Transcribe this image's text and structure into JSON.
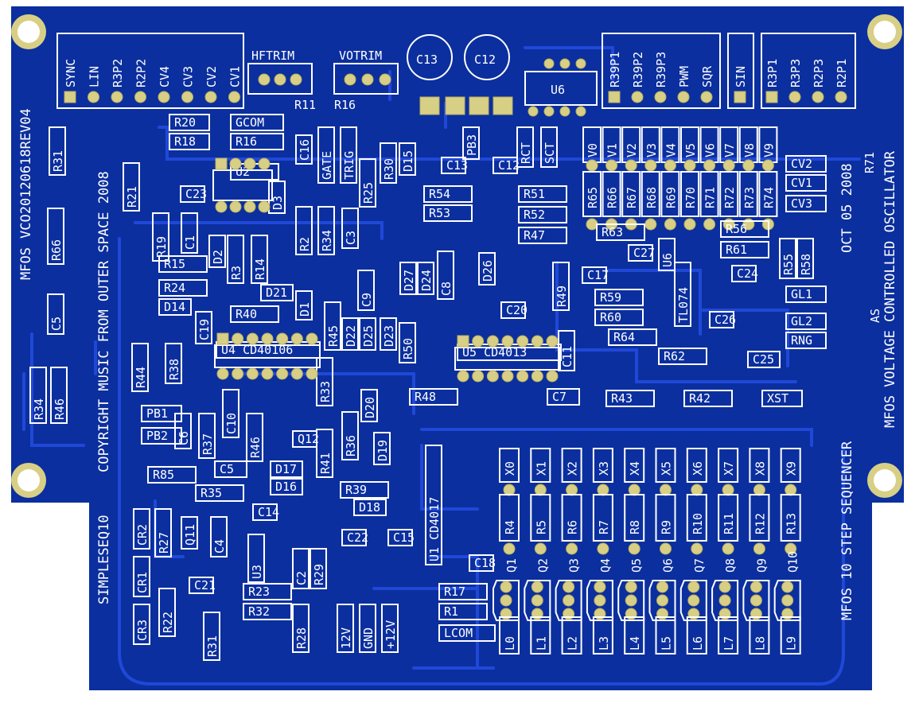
{
  "colors": {
    "board": "#0b2f9e",
    "trace": "#2048d8",
    "pad": "#d8cf86",
    "silk": "#ffffff"
  },
  "top_left_connector": [
    "SYNC",
    "LIN",
    "R3P2",
    "R2P2",
    "CV4",
    "CV3",
    "CV2",
    "CV1"
  ],
  "trims": {
    "hf": "HFTRIM",
    "vo": "VOTRIM",
    "r11": "R11",
    "r16": "R16"
  },
  "top_caps": {
    "c13": "C13",
    "c12": "C12",
    "u6": "U6"
  },
  "top_right_connector_a": [
    "R39P1",
    "R39P2",
    "R39P3",
    "PWM",
    "SQR"
  ],
  "top_right_connector_b": [
    "SIN"
  ],
  "top_right_connector_c": [
    "R3P1",
    "R3P3",
    "R2P3",
    "R2P1"
  ],
  "left_side_text": {
    "rev": "VCO20120618REV04",
    "mfos": "MFOS",
    "copyright": "COPYRIGHT MUSIC FROM OUTER SPACE 2008",
    "seq": "SIMPLESEQ10"
  },
  "right_side_text": {
    "vco": "MFOS VOLTAGE CONTROLLED OSCILLATOR",
    "date": "OCT 05 2008",
    "seq": "MFOS 10 STEP SEQUENCER",
    "r71": "R71",
    "as": "AS"
  },
  "labels": [
    "R20",
    "R18",
    "GCOM",
    "R16",
    "C16",
    "GATE",
    "TRIG",
    "R30",
    "D15",
    "R25",
    "PB3",
    "RCT",
    "SCT",
    "C13",
    "C12",
    "R21",
    "C23",
    "U2",
    "D3",
    "R54",
    "R53",
    "R51",
    "R52",
    "R47",
    "R19",
    "C1",
    "R2",
    "R34",
    "C3",
    "D2",
    "R3",
    "R14",
    "R15",
    "R24",
    "D14",
    "D21",
    "D1",
    "C9",
    "D27",
    "D24",
    "C8",
    "D26",
    "R63",
    "C27",
    "R49",
    "C17",
    "R59",
    "R60",
    "R64",
    "C20",
    "R40",
    "R45",
    "D22",
    "D25",
    "D23",
    "R50",
    "C11",
    "U5 CD4013",
    "R44",
    "R38",
    "C19",
    "U4 CD40106",
    "R33",
    "D20",
    "R48",
    "C7",
    "R43",
    "R42",
    "XST",
    "R62",
    "C25",
    "C26",
    "C24",
    "R56",
    "R61",
    "R55",
    "R58",
    "U6",
    "TL074",
    "GL1",
    "GL2",
    "RNG",
    "CV2",
    "CV1",
    "CV3",
    "PB1",
    "PB2",
    "C6",
    "R37",
    "C10",
    "R46",
    "R36",
    "Q12",
    "D19",
    "R41",
    "R85",
    "C5",
    "D17",
    "D16",
    "R35",
    "R39",
    "D18",
    "C14",
    "CR2",
    "R27",
    "Q11",
    "C4",
    "U3",
    "C22",
    "C15",
    "U1 CD4017",
    "C18",
    "CR1",
    "C2",
    "R29",
    "R22",
    "C21",
    "R23",
    "R32",
    "R31",
    "CR3",
    "R28",
    "12V",
    "GND",
    "+12V",
    "R17",
    "R1",
    "LCOM",
    "C5",
    "R31",
    "R66",
    "R34",
    "R46"
  ],
  "v_row": [
    "V0",
    "V1",
    "V2",
    "V3",
    "V4",
    "V5",
    "V6",
    "V7",
    "V8",
    "V9"
  ],
  "r_row_top": [
    "R65",
    "R66",
    "R67",
    "R68",
    "R69",
    "R70",
    "R71",
    "R72",
    "R73",
    "R74"
  ],
  "x_row": [
    "X0",
    "X1",
    "X2",
    "X3",
    "X4",
    "X5",
    "X6",
    "X7",
    "X8",
    "X9"
  ],
  "r_row_mid": [
    "R4",
    "R5",
    "R6",
    "R7",
    "R8",
    "R9",
    "R10",
    "R11",
    "R12",
    "R13"
  ],
  "q_row": [
    "Q1",
    "Q2",
    "Q3",
    "Q4",
    "Q5",
    "Q6",
    "Q7",
    "Q8",
    "Q9",
    "Q10"
  ],
  "l_row": [
    "L0",
    "L1",
    "L2",
    "L3",
    "L4",
    "L5",
    "L6",
    "L7",
    "L8",
    "L9"
  ]
}
